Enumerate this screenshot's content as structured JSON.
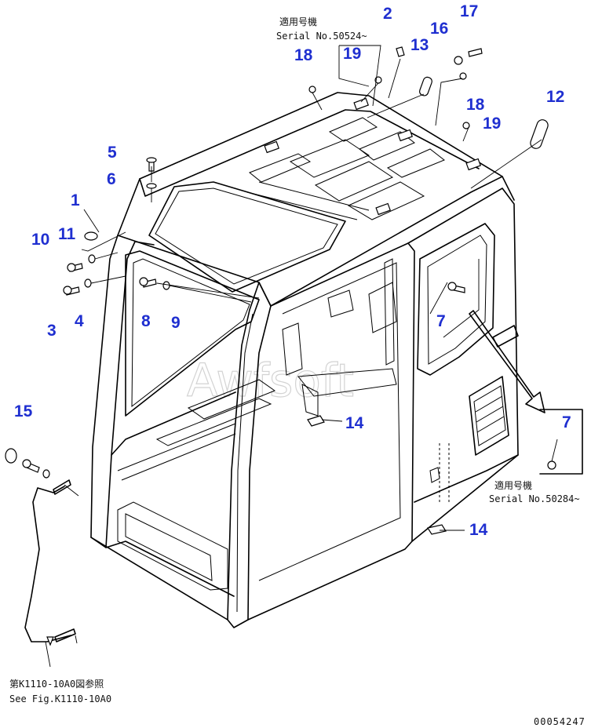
{
  "notes": {
    "serial_top_jp": "適用号機",
    "serial_top_en": "Serial No.50524~",
    "serial_right_jp": "適用号機",
    "serial_right_en": "Serial No.50284~",
    "ref_jp": "第K1110-10A0図参照",
    "ref_en": "See Fig.K1110-10A0",
    "drawing_no": "00054247"
  },
  "callouts": {
    "c1": "1",
    "c2": "2",
    "c3": "3",
    "c4": "4",
    "c5": "5",
    "c6": "6",
    "c7a": "7",
    "c7b": "7",
    "c8": "8",
    "c9": "9",
    "c10": "10",
    "c11": "11",
    "c12": "12",
    "c13": "13",
    "c14a": "14",
    "c14b": "14",
    "c15": "15",
    "c16": "16",
    "c17": "17",
    "c18a": "18",
    "c18b": "18",
    "c19a": "19",
    "c19b": "19"
  },
  "colors": {
    "callout": "#1f2fd0",
    "line": "#000000"
  }
}
